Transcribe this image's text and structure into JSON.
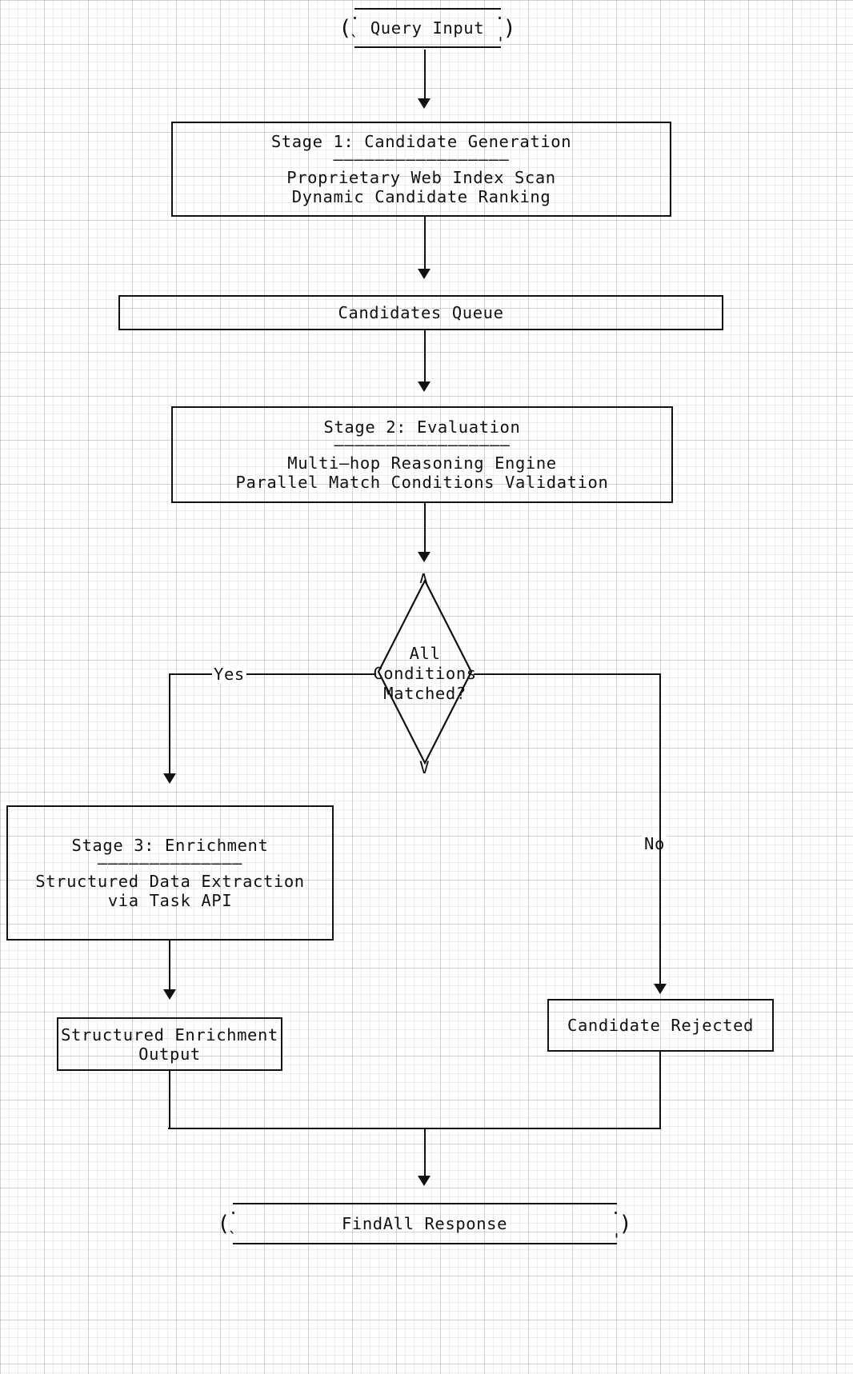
{
  "diagram": {
    "title": "FindAll Pipeline",
    "background": "#ffffff",
    "ink": "#111111",
    "nodes": {
      "query_input": {
        "label": "Query Input",
        "shape": "terminal"
      },
      "stage1": {
        "title": "Stage 1: Candidate Generation",
        "separator": "—————————————————",
        "line1": "Proprietary Web Index Scan",
        "line2": "Dynamic Candidate Ranking",
        "shape": "box"
      },
      "candidates_queue": {
        "label": "Candidates Queue",
        "shape": "box"
      },
      "stage2": {
        "title": "Stage 2: Evaluation",
        "separator": "—————————————————",
        "line1": "Multi—hop Reasoning Engine",
        "line2": "Parallel Match Conditions Validation",
        "shape": "box"
      },
      "decision": {
        "line1": "All",
        "line2": "Conditions",
        "line3": "Matched?",
        "top_cap": "∧",
        "bottom_cap": "V",
        "shape": "diamond"
      },
      "stage3": {
        "title": "Stage 3: Enrichment",
        "separator": "——————————————",
        "line1": "Structured Data Extraction",
        "line2": "via Task API",
        "shape": "box"
      },
      "enrichment_output": {
        "line1": "Structured Enrichment",
        "line2": "Output",
        "shape": "box"
      },
      "candidate_rejected": {
        "label": "Candidate Rejected",
        "shape": "box"
      },
      "findall_response": {
        "label": "FindAll Response",
        "shape": "terminal"
      }
    },
    "edges": {
      "yes_label": "Yes",
      "no_label": "No"
    }
  }
}
